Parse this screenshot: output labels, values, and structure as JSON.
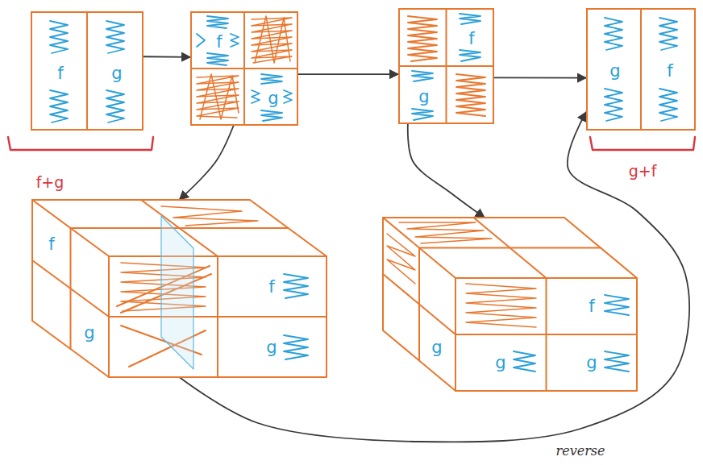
{
  "diagram": {
    "nodes": [
      {
        "text": [
          "f",
          "g"
        ]
      },
      {
        "text": [
          "f",
          "g"
        ]
      },
      {
        "text": [
          "f",
          "g"
        ]
      },
      {
        "text": [
          "g",
          "f"
        ]
      },
      {
        "text": [
          "f",
          "g",
          "f",
          "g"
        ]
      },
      {
        "text": [
          "f",
          "g",
          "g",
          "g"
        ]
      }
    ],
    "edges": [
      {
        "from": 0,
        "to": 1,
        "arrow": "to"
      },
      {
        "from": 1,
        "to": 2,
        "arrow": "to"
      },
      {
        "from": 2,
        "to": 3,
        "arrow": "to"
      },
      {
        "from": 1,
        "to": 4,
        "arrow": "to"
      },
      {
        "from": 2,
        "to": 5,
        "arrow": "to"
      },
      {
        "from": 4,
        "to": 3,
        "arrow": "to",
        "label": "reverse"
      }
    ],
    "labels": [
      "f+g",
      "g+f"
    ]
  }
}
